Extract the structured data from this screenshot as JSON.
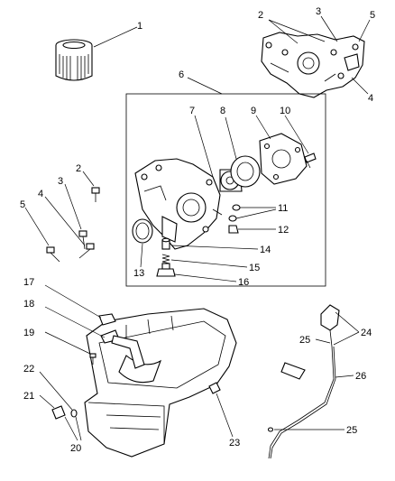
{
  "callouts": {
    "c1": "1",
    "c2a": "2",
    "c3a": "3",
    "c5a": "5",
    "c4a": "4",
    "c6": "6",
    "c7": "7",
    "c8": "8",
    "c9": "9",
    "c10": "10",
    "c11": "11",
    "c12": "12",
    "c13": "13",
    "c14": "14",
    "c15": "15",
    "c16": "16",
    "c2b": "2",
    "c3b": "3",
    "c4b": "4",
    "c5b": "5",
    "c17": "17",
    "c18": "18",
    "c19": "19",
    "c22": "22",
    "c21": "21",
    "c20": "20",
    "c23": "23",
    "c24": "24",
    "c25a": "25",
    "c26": "26",
    "c25b": "25"
  }
}
